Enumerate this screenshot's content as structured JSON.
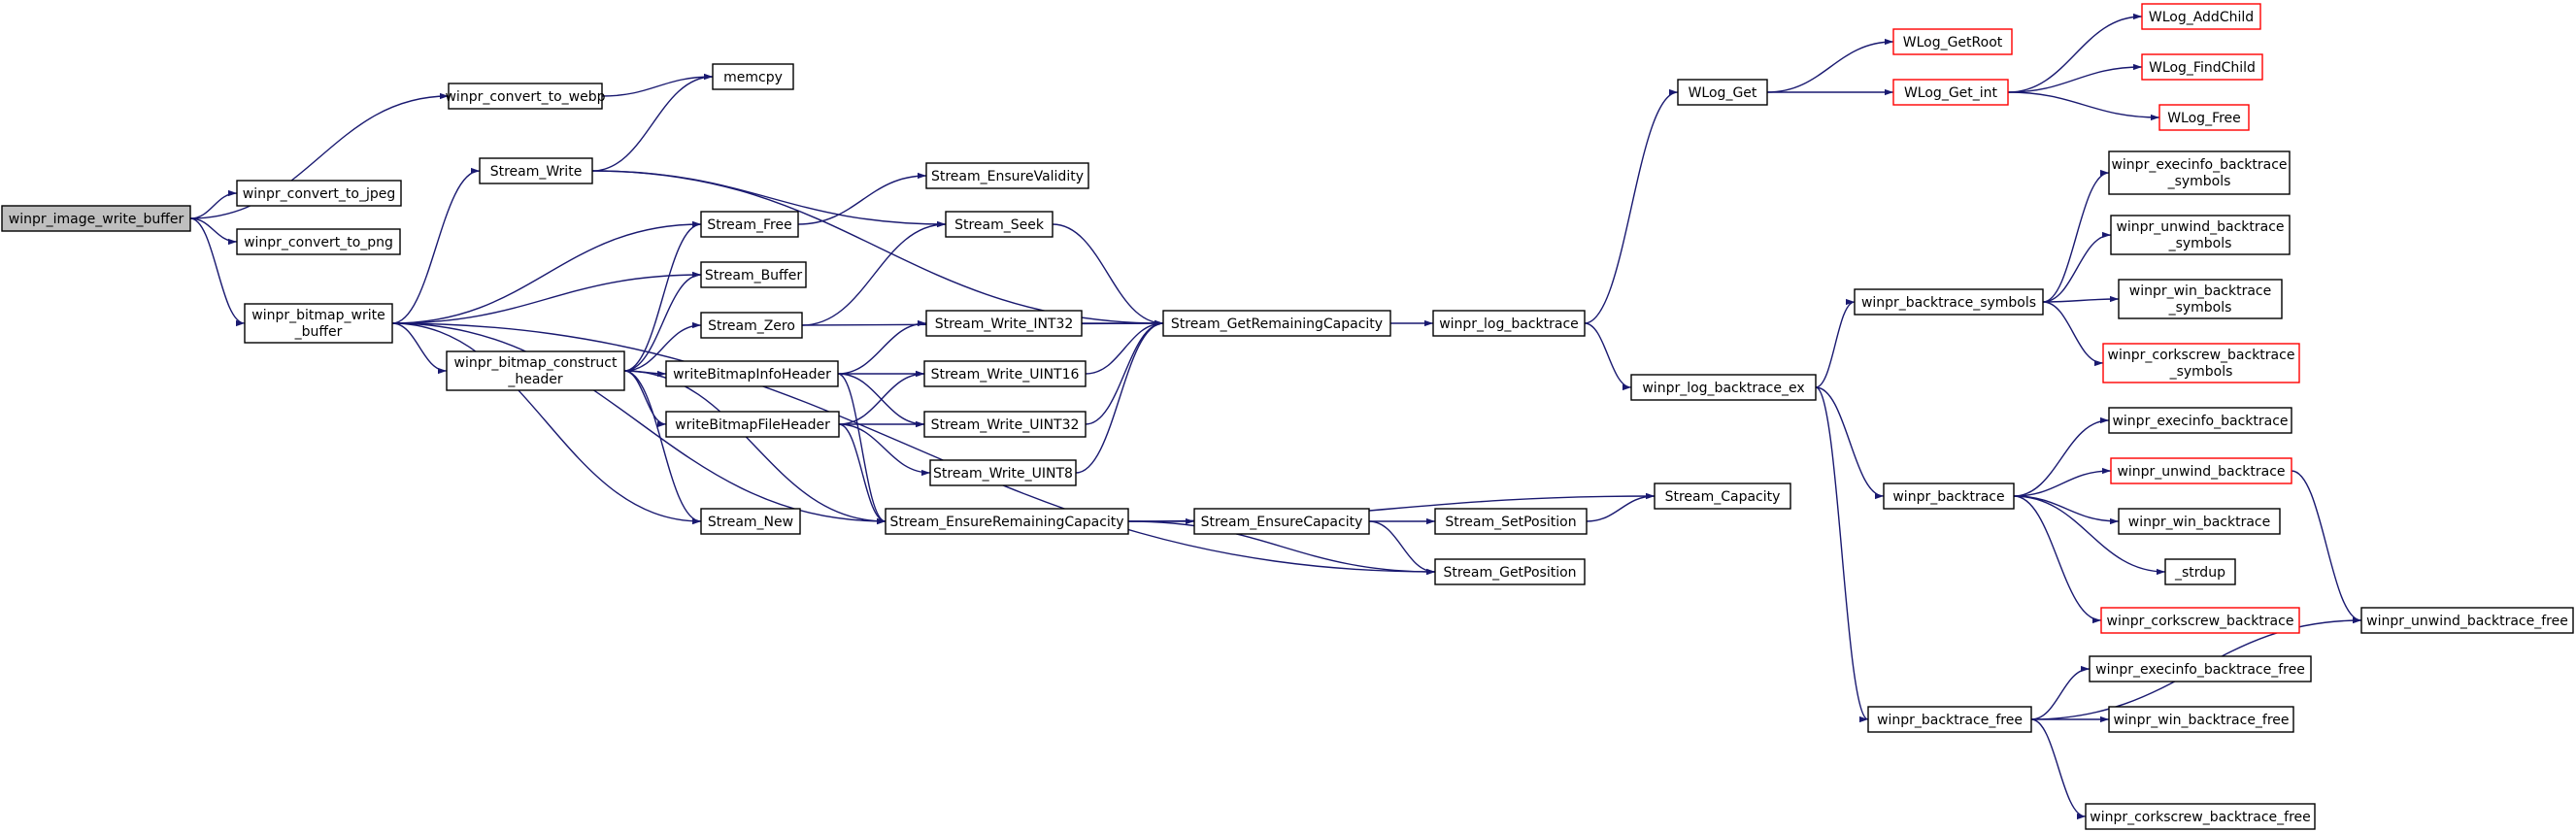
{
  "diagram": {
    "nodes": [
      {
        "id": "winpr_image_write_buffer",
        "label": "winpr_image_write_buffer",
        "root": true
      },
      {
        "id": "winpr_convert_to_webp",
        "label": "winpr_convert_to_webp"
      },
      {
        "id": "winpr_convert_to_jpeg",
        "label": "winpr_convert_to_jpeg"
      },
      {
        "id": "winpr_convert_to_png",
        "label": "winpr_convert_to_png"
      },
      {
        "id": "winpr_bitmap_write_buffer",
        "label": "winpr_bitmap_write\n_buffer"
      },
      {
        "id": "memcpy",
        "label": "memcpy"
      },
      {
        "id": "Stream_Write",
        "label": "Stream_Write"
      },
      {
        "id": "Stream_Free",
        "label": "Stream_Free"
      },
      {
        "id": "Stream_Buffer",
        "label": "Stream_Buffer"
      },
      {
        "id": "Stream_Zero",
        "label": "Stream_Zero"
      },
      {
        "id": "winpr_bitmap_construct_header",
        "label": "winpr_bitmap_construct\n_header"
      },
      {
        "id": "writeBitmapInfoHeader",
        "label": "writeBitmapInfoHeader"
      },
      {
        "id": "writeBitmapFileHeader",
        "label": "writeBitmapFileHeader"
      },
      {
        "id": "Stream_New",
        "label": "Stream_New"
      },
      {
        "id": "Stream_EnsureValidity",
        "label": "Stream_EnsureValidity"
      },
      {
        "id": "Stream_Seek",
        "label": "Stream_Seek"
      },
      {
        "id": "Stream_Write_INT32",
        "label": "Stream_Write_INT32"
      },
      {
        "id": "Stream_Write_UINT16",
        "label": "Stream_Write_UINT16"
      },
      {
        "id": "Stream_Write_UINT32",
        "label": "Stream_Write_UINT32"
      },
      {
        "id": "Stream_Write_UINT8",
        "label": "Stream_Write_UINT8"
      },
      {
        "id": "Stream_EnsureRemainingCapacity",
        "label": "Stream_EnsureRemainingCapacity"
      },
      {
        "id": "Stream_GetRemainingCapacity",
        "label": "Stream_GetRemainingCapacity"
      },
      {
        "id": "Stream_EnsureCapacity",
        "label": "Stream_EnsureCapacity"
      },
      {
        "id": "Stream_SetPosition",
        "label": "Stream_SetPosition"
      },
      {
        "id": "Stream_GetPosition",
        "label": "Stream_GetPosition"
      },
      {
        "id": "Stream_Capacity",
        "label": "Stream_Capacity"
      },
      {
        "id": "winpr_log_backtrace",
        "label": "winpr_log_backtrace"
      },
      {
        "id": "WLog_Get",
        "label": "WLog_Get"
      },
      {
        "id": "winpr_log_backtrace_ex",
        "label": "winpr_log_backtrace_ex"
      },
      {
        "id": "WLog_GetRoot",
        "label": "WLog_GetRoot",
        "red": true
      },
      {
        "id": "WLog_Get_int",
        "label": "WLog_Get_int",
        "red": true
      },
      {
        "id": "WLog_AddChild",
        "label": "WLog_AddChild",
        "red": true
      },
      {
        "id": "WLog_FindChild",
        "label": "WLog_FindChild",
        "red": true
      },
      {
        "id": "WLog_Free",
        "label": "WLog_Free",
        "red": true
      },
      {
        "id": "winpr_backtrace_symbols",
        "label": "winpr_backtrace_symbols"
      },
      {
        "id": "winpr_backtrace",
        "label": "winpr_backtrace"
      },
      {
        "id": "winpr_backtrace_free",
        "label": "winpr_backtrace_free"
      },
      {
        "id": "winpr_execinfo_backtrace_symbols",
        "label": "winpr_execinfo_backtrace\n_symbols"
      },
      {
        "id": "winpr_unwind_backtrace_symbols",
        "label": "winpr_unwind_backtrace\n_symbols"
      },
      {
        "id": "winpr_win_backtrace_symbols",
        "label": "winpr_win_backtrace\n_symbols"
      },
      {
        "id": "winpr_corkscrew_backtrace_symbols",
        "label": "winpr_corkscrew_backtrace\n_symbols",
        "red": true
      },
      {
        "id": "winpr_execinfo_backtrace",
        "label": "winpr_execinfo_backtrace"
      },
      {
        "id": "winpr_unwind_backtrace",
        "label": "winpr_unwind_backtrace",
        "red": true
      },
      {
        "id": "winpr_win_backtrace",
        "label": "winpr_win_backtrace"
      },
      {
        "id": "_strdup",
        "label": "_strdup"
      },
      {
        "id": "winpr_corkscrew_backtrace",
        "label": "winpr_corkscrew_backtrace",
        "red": true
      },
      {
        "id": "winpr_unwind_backtrace_free",
        "label": "winpr_unwind_backtrace_free"
      },
      {
        "id": "winpr_execinfo_backtrace_free",
        "label": "winpr_execinfo_backtrace_free"
      },
      {
        "id": "winpr_win_backtrace_free",
        "label": "winpr_win_backtrace_free"
      },
      {
        "id": "winpr_corkscrew_backtrace_free",
        "label": "winpr_corkscrew_backtrace_free"
      }
    ],
    "edges": [
      [
        "winpr_image_write_buffer",
        "winpr_convert_to_webp"
      ],
      [
        "winpr_image_write_buffer",
        "winpr_convert_to_jpeg"
      ],
      [
        "winpr_image_write_buffer",
        "winpr_convert_to_png"
      ],
      [
        "winpr_image_write_buffer",
        "winpr_bitmap_write_buffer"
      ],
      [
        "winpr_convert_to_webp",
        "memcpy"
      ],
      [
        "winpr_bitmap_write_buffer",
        "Stream_Write"
      ],
      [
        "winpr_bitmap_write_buffer",
        "Stream_Free"
      ],
      [
        "winpr_bitmap_write_buffer",
        "Stream_Buffer"
      ],
      [
        "winpr_bitmap_write_buffer",
        "winpr_bitmap_construct_header"
      ],
      [
        "winpr_bitmap_write_buffer",
        "Stream_New"
      ],
      [
        "winpr_bitmap_write_buffer",
        "Stream_EnsureRemainingCapacity"
      ],
      [
        "winpr_bitmap_write_buffer",
        "Stream_GetPosition"
      ],
      [
        "Stream_Write",
        "memcpy"
      ],
      [
        "Stream_Write",
        "Stream_Seek"
      ],
      [
        "Stream_Write",
        "Stream_GetRemainingCapacity"
      ],
      [
        "Stream_Free",
        "Stream_EnsureValidity"
      ],
      [
        "Stream_Zero",
        "Stream_Seek"
      ],
      [
        "Stream_Zero",
        "Stream_GetRemainingCapacity"
      ],
      [
        "winpr_bitmap_construct_header",
        "Stream_Free"
      ],
      [
        "winpr_bitmap_construct_header",
        "Stream_Buffer"
      ],
      [
        "winpr_bitmap_construct_header",
        "Stream_Zero"
      ],
      [
        "winpr_bitmap_construct_header",
        "writeBitmapInfoHeader"
      ],
      [
        "winpr_bitmap_construct_header",
        "writeBitmapFileHeader"
      ],
      [
        "winpr_bitmap_construct_header",
        "Stream_New"
      ],
      [
        "winpr_bitmap_construct_header",
        "Stream_EnsureRemainingCapacity"
      ],
      [
        "writeBitmapInfoHeader",
        "Stream_Write_INT32"
      ],
      [
        "writeBitmapInfoHeader",
        "Stream_Write_UINT16"
      ],
      [
        "writeBitmapInfoHeader",
        "Stream_Write_UINT32"
      ],
      [
        "writeBitmapInfoHeader",
        "Stream_EnsureRemainingCapacity"
      ],
      [
        "writeBitmapFileHeader",
        "Stream_Write_UINT16"
      ],
      [
        "writeBitmapFileHeader",
        "Stream_Write_UINT32"
      ],
      [
        "writeBitmapFileHeader",
        "Stream_Write_UINT8"
      ],
      [
        "writeBitmapFileHeader",
        "Stream_EnsureRemainingCapacity"
      ],
      [
        "Stream_Seek",
        "Stream_GetRemainingCapacity"
      ],
      [
        "Stream_Write_INT32",
        "Stream_GetRemainingCapacity"
      ],
      [
        "Stream_Write_UINT16",
        "Stream_GetRemainingCapacity"
      ],
      [
        "Stream_Write_UINT32",
        "Stream_GetRemainingCapacity"
      ],
      [
        "Stream_Write_UINT8",
        "Stream_GetRemainingCapacity"
      ],
      [
        "Stream_EnsureRemainingCapacity",
        "Stream_Capacity"
      ],
      [
        "Stream_EnsureRemainingCapacity",
        "Stream_EnsureCapacity"
      ],
      [
        "Stream_EnsureRemainingCapacity",
        "Stream_GetPosition"
      ],
      [
        "Stream_EnsureCapacity",
        "Stream_SetPosition"
      ],
      [
        "Stream_EnsureCapacity",
        "Stream_GetPosition"
      ],
      [
        "Stream_SetPosition",
        "Stream_Capacity"
      ],
      [
        "Stream_GetRemainingCapacity",
        "winpr_log_backtrace"
      ],
      [
        "winpr_log_backtrace",
        "WLog_Get"
      ],
      [
        "winpr_log_backtrace",
        "winpr_log_backtrace_ex"
      ],
      [
        "WLog_Get",
        "WLog_GetRoot"
      ],
      [
        "WLog_Get",
        "WLog_Get_int"
      ],
      [
        "WLog_Get_int",
        "WLog_AddChild"
      ],
      [
        "WLog_Get_int",
        "WLog_FindChild"
      ],
      [
        "WLog_Get_int",
        "WLog_Free"
      ],
      [
        "winpr_log_backtrace_ex",
        "winpr_backtrace_symbols"
      ],
      [
        "winpr_log_backtrace_ex",
        "winpr_backtrace"
      ],
      [
        "winpr_log_backtrace_ex",
        "winpr_backtrace_free"
      ],
      [
        "winpr_backtrace_symbols",
        "winpr_execinfo_backtrace_symbols"
      ],
      [
        "winpr_backtrace_symbols",
        "winpr_unwind_backtrace_symbols"
      ],
      [
        "winpr_backtrace_symbols",
        "winpr_win_backtrace_symbols"
      ],
      [
        "winpr_backtrace_symbols",
        "winpr_corkscrew_backtrace_symbols"
      ],
      [
        "winpr_backtrace",
        "winpr_execinfo_backtrace"
      ],
      [
        "winpr_backtrace",
        "winpr_unwind_backtrace"
      ],
      [
        "winpr_backtrace",
        "winpr_win_backtrace"
      ],
      [
        "winpr_backtrace",
        "_strdup"
      ],
      [
        "winpr_backtrace",
        "winpr_corkscrew_backtrace"
      ],
      [
        "winpr_unwind_backtrace",
        "winpr_unwind_backtrace_free"
      ],
      [
        "winpr_backtrace_free",
        "winpr_execinfo_backtrace_free"
      ],
      [
        "winpr_backtrace_free",
        "winpr_win_backtrace_free"
      ],
      [
        "winpr_backtrace_free",
        "winpr_unwind_backtrace_free"
      ],
      [
        "winpr_backtrace_free",
        "winpr_corkscrew_backtrace_free"
      ]
    ]
  },
  "colors": {
    "edge": "#191970",
    "root_fill": "#bfbfbf",
    "node_border": "#000000",
    "incomplete_border": "#ff0000"
  }
}
